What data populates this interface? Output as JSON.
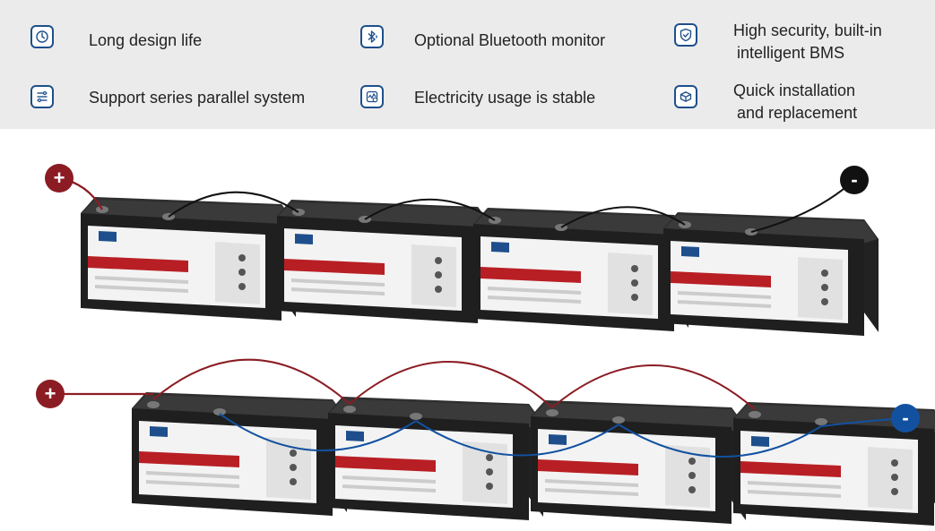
{
  "features": [
    {
      "id": "long-life",
      "icon": "clock-icon",
      "text": "Long design life"
    },
    {
      "id": "bluetooth",
      "icon": "bluetooth-icon",
      "text": "Optional Bluetooth monitor"
    },
    {
      "id": "security",
      "icon": "shield-check-icon",
      "text": "High security, built-in",
      "text2": "intelligent BMS"
    },
    {
      "id": "series-parallel",
      "icon": "sliders-icon",
      "text": "Support series parallel system"
    },
    {
      "id": "stable",
      "icon": "usage-icon",
      "text": "Electricity usage is stable"
    },
    {
      "id": "installation",
      "icon": "box-icon",
      "text": "Quick installation",
      "text2": "and replacement"
    }
  ],
  "diagram": {
    "series": {
      "positive_label": "+",
      "negative_label": "-"
    },
    "parallel": {
      "positive_label": "+",
      "negative_label": "-"
    }
  },
  "colors": {
    "positive": "#8b1c23",
    "negative_series": "#111111",
    "negative_parallel": "#1251a0",
    "icon_border": "#1e4f8c"
  }
}
